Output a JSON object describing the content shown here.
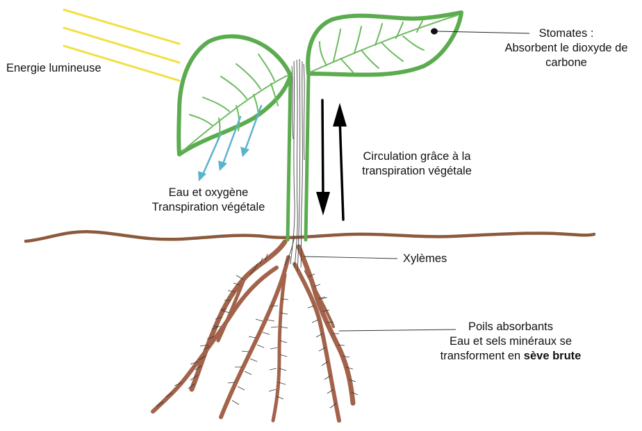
{
  "labels": {
    "energie": "Energie lumineuse",
    "stomates_l1": "Stomates :",
    "stomates_l2": "Absorbent le dioxyde de",
    "stomates_l3": "carbone",
    "circulation_l1": "Circulation grâce à la",
    "circulation_l2": "transpiration végétale",
    "eau_l1": "Eau et oxygène",
    "eau_l2": "Transpiration végétale",
    "xylemes": "Xylèmes",
    "poils_l1": "Poils absorbants",
    "poils_l2": "Eau et sels minéraux se",
    "poils_l3_pre": "transforment en ",
    "poils_l3_bold": "sève brute"
  },
  "colors": {
    "sun_rays": "#f2e040",
    "leaf_outline": "#5bab4f",
    "leaf_veins": "#6cba5e",
    "water_arrows": "#5ab3cc",
    "soil_line": "#8b5a3c",
    "roots": "#a2634a",
    "flow_arrows": "#000000"
  }
}
